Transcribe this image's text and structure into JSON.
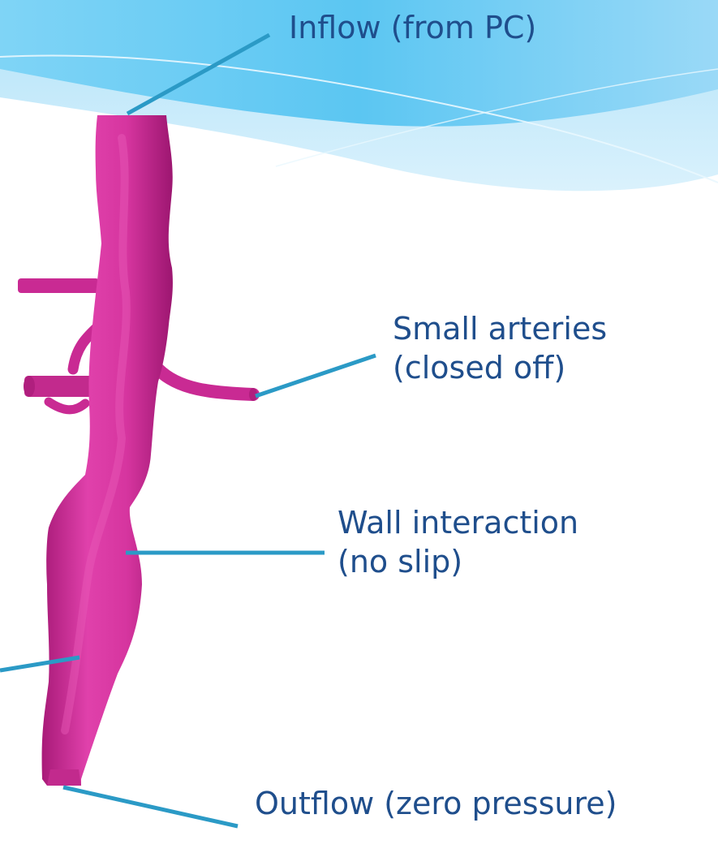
{
  "labels": {
    "inflow": "Inflow (from PC)",
    "small_arteries": [
      "Small arteries",
      "(closed off)"
    ],
    "wall": [
      "Wall interaction",
      "(no slip)"
    ],
    "outflow": "Outflow (zero pressure)"
  },
  "colors": {
    "text": "#1f4e8c",
    "leader_line": "#2b9ac6",
    "vessel": "#d6359f",
    "vessel_shadow": "#a81a78",
    "banner_light": "#bfe7fb",
    "banner_dark": "#4ec2f0"
  }
}
